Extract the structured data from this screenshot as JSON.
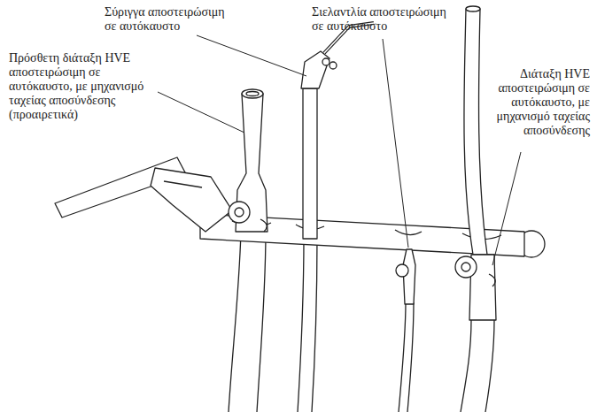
{
  "diagram": {
    "labels": [
      "Σύριγγα αποστειρώσιμη σε αυτόκαυστο",
      "Σιελαντλία αποστειρώσιμη σε αυτόκαυστο",
      "Πρόσθετη διάταξη HVE αποστειρώσιμη σε αυτόκαυστο, με μηχανισμό ταχείας αποσύνδεσης (προαιρετικά)",
      "Διάταξη HVE αποστειρώσιμη σε αυτόκαυστο, με μηχανισμό ταχείας αποσύνδεσης"
    ]
  }
}
